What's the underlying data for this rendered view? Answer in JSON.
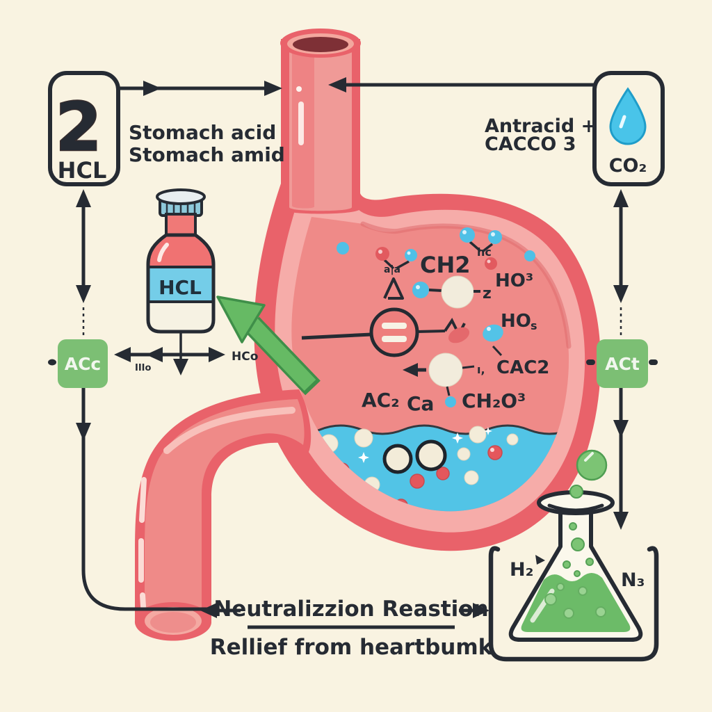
{
  "colors": {
    "background": "#f9f3e1",
    "ink": "#262b33",
    "stomach_red": "#e9626a",
    "stomach_rim_pink": "#f6aca9",
    "stomach_inner_pink": "#ef8a88",
    "liquid_blue": "#52c4e6",
    "node_green": "#7cbf74",
    "flask_green": "#6cbb68",
    "accent_red": "#ee6f70",
    "droplet_blue": "#49c4e9",
    "bottle_label_blue": "#74cde8"
  },
  "hcl_box": {
    "number": "2",
    "label": "HCL"
  },
  "stomach_acid_label": {
    "line1": "Stomach acid",
    "line2": "Stomach amid"
  },
  "antacid_label": {
    "line1": "Antracid +",
    "line2": "CACCO 3"
  },
  "co2_box": {
    "label": "CO₂",
    "icon": "water-droplet-icon"
  },
  "left_node": {
    "label": "ACc"
  },
  "right_node": {
    "label": "ACt"
  },
  "bottle": {
    "label": "HCL"
  },
  "bottle_diagram": {
    "right_label": "HCo",
    "below_label": "IIIo"
  },
  "formulas": {
    "ala": "a|a",
    "ch2": "CH2",
    "hc": "hc",
    "ho3": "HO³",
    "z": "z",
    "hos_main": "HO",
    "hos_sub": "s",
    "cac2": "CAC2",
    "i_mark": "ı,",
    "ac2": "AC₂",
    "ca": "Ca",
    "ch2o3": "CH₂O³"
  },
  "caption": {
    "line1": "Neutralizzion Reastion",
    "line2": "Rellief from heartbumk"
  },
  "flask_labels": {
    "left": "H₂",
    "right": "N₃"
  }
}
